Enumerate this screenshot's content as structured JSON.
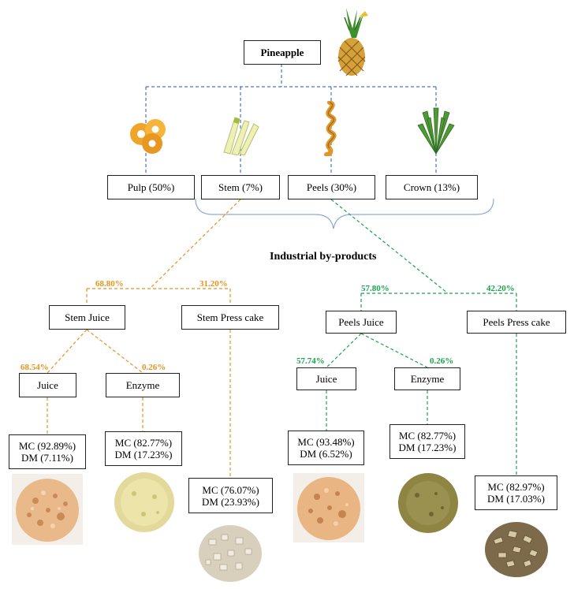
{
  "pineapple": "Pineapple",
  "parts": {
    "pulp": "Pulp (50%)",
    "stem": "Stem (7%)",
    "peels": "Peels (30%)",
    "crown": "Crown (13%)"
  },
  "industrial_label": "Industrial by-products",
  "stem_branch": {
    "juice_share": "68.80%",
    "press_share": "31.20%",
    "stem_juice": "Stem Juice",
    "stem_press_cake": "Stem Press cake",
    "juice_pct": "68.54%",
    "enzyme_pct": "0.26%",
    "juice": "Juice",
    "enzyme": "Enzyme",
    "juice_mc": "MC (92.89%)",
    "juice_dm": "DM (7.11%)",
    "enzyme_mc": "MC (82.77%)",
    "enzyme_dm": "DM (17.23%)",
    "press_mc": "MC (76.07%)",
    "press_dm": "DM (23.93%)"
  },
  "peel_branch": {
    "juice_share": "57.80%",
    "press_share": "42.20%",
    "peels_juice": "Peels Juice",
    "peels_press_cake": "Peels Press cake",
    "juice_pct": "57.74%",
    "enzyme_pct": "0.26%",
    "juice": "Juice",
    "enzyme": "Enzyme",
    "juice_mc": "MC (93.48%)",
    "juice_dm": "DM (6.52%)",
    "enzyme_mc": "MC (82.77%)",
    "enzyme_dm": "DM (17.23%)",
    "press_mc": "MC (82.97%)",
    "press_dm": "DM (17.03%)"
  },
  "colors": {
    "blue_connector": "#4a76c4",
    "orange_connector": "#e8921c",
    "green_connector": "#1aa24f",
    "brace": "#8fa9d6"
  },
  "icons": [
    "pineapple-icon",
    "pulp-rings-icon",
    "stem-sticks-icon",
    "peel-spiral-icon",
    "crown-leaves-icon",
    "powder-sample-icons"
  ]
}
